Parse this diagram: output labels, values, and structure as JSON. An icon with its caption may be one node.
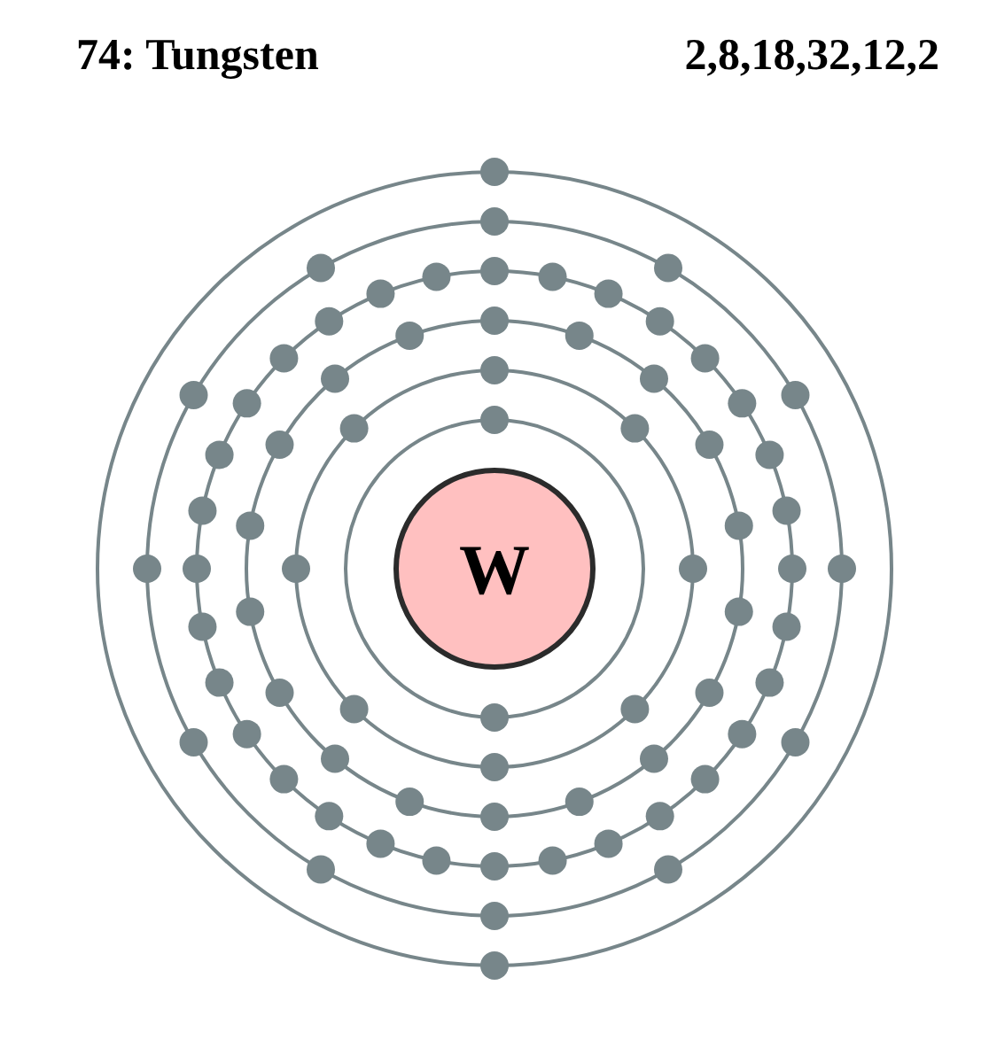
{
  "diagram": {
    "nodes": [
      {
        "text": [
          "W"
        ]
      }
    ],
    "labels": [
      "74: Tungsten",
      "2,8,18,32,12,2"
    ]
  }
}
